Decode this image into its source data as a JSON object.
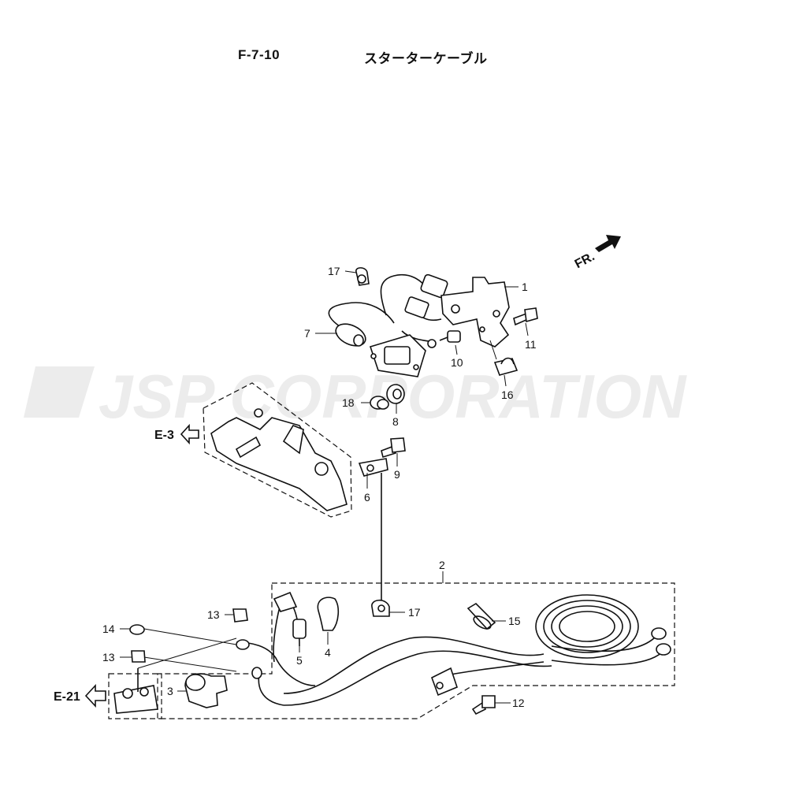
{
  "header": {
    "code": "F-7-10",
    "title": "スターターケーブル"
  },
  "watermark": "JSP CORPORATION",
  "direction": "FR.",
  "refs": {
    "e3": "E-3",
    "e21": "E-21"
  },
  "parts": {
    "p1": "1",
    "p2": "2",
    "p3": "3",
    "p4": "4",
    "p5": "5",
    "p6": "6",
    "p7": "7",
    "p8": "8",
    "p9": "9",
    "p10": "10",
    "p11": "11",
    "p12": "12",
    "p13a": "13",
    "p13b": "13",
    "p14": "14",
    "p15": "15",
    "p16": "16",
    "p17a": "17",
    "p17b": "17",
    "p18": "18"
  }
}
